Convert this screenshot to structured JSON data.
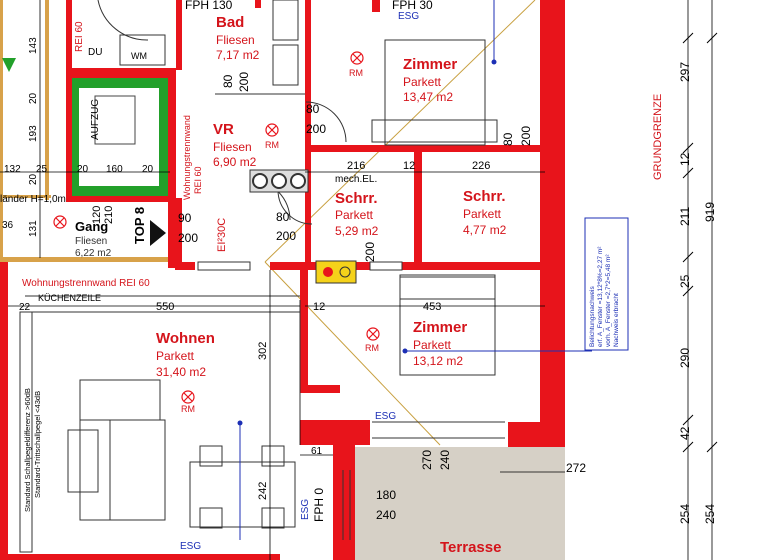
{
  "colors": {
    "wall": "#e8141b",
    "dim": "#000000",
    "room_label": "#d4141b",
    "wood": "#d8a24a",
    "lift": "#22a02a",
    "terrace": "#d6d0c6",
    "blue": "#1c2fb5",
    "axis": "#c8a040",
    "yellow_box": "#f5d21a"
  },
  "rooms": {
    "bad": {
      "name": "Bad",
      "material": "Fliesen",
      "area": "7,17 m2"
    },
    "vr": {
      "name": "VR",
      "material": "Fliesen",
      "area": "6,90 m2"
    },
    "zimmer1": {
      "name": "Zimmer",
      "material": "Parkett",
      "area": "13,47 m2"
    },
    "schrr1": {
      "name": "Schrr.",
      "material": "Parkett",
      "area": "5,29 m2"
    },
    "schrr2": {
      "name": "Schrr.",
      "material": "Parkett",
      "area": "4,77 m2"
    },
    "gang": {
      "name": "Gang",
      "material": "Fliesen",
      "area": "6,22 m2"
    },
    "zimmer2": {
      "name": "Zimmer",
      "material": "Parkett",
      "area": "13,12 m2"
    },
    "wohnen": {
      "name": "Wohnen",
      "material": "Parkett",
      "area": "31,40 m2"
    },
    "terrasse": {
      "name": "Terrasse"
    }
  },
  "labels": {
    "fph130": "FPH 130",
    "fph30": "FPH 30",
    "fph0": "FPH 0",
    "esg": "ESG",
    "rei60": "REI 60",
    "du": "DU",
    "wm": "WM",
    "aufzug": "AUFZUG",
    "rm": "RM",
    "mech_el": "mech.EL.",
    "top8": "TOP 8",
    "ei30c": "EI²30C",
    "wohnungstrennwand_rei60": "Wohnungstrennwand REI 60",
    "wohnungstrennwand_vertical": "Wohnungstrennwand",
    "kuechenzeile": "KÜCHENZEILE",
    "grundgrenze": "GRUNDGRENZE",
    "gelaender": "länder H=1,0m",
    "schallpegel_1": "Standard Schallpegeldifferenz >60dB",
    "schallpegel_2": "Standard-Trittschallpegel <43dB",
    "note_1": "Belichtungsnachweis",
    "note_2": "erf. A_Fenster =13,12*8%=2,27 m²",
    "note_3": "vorh. A_Fenster =2,7*2=5,48 m²",
    "note_4": "Nachweis erbracht"
  },
  "dimensions": {
    "d80_bad": "80",
    "d200_bad": "200",
    "d80_vr": "80",
    "d200_vr": "200",
    "d90": "90",
    "d200_gang": "200",
    "d80_schrr": "80",
    "d200_schrr": "200",
    "d80_z1": "80",
    "d200_z1": "200",
    "d200_s1": "200",
    "d216": "216",
    "d12a": "12",
    "d226": "226",
    "d453": "453",
    "d12b": "12",
    "d550": "550",
    "d302": "302",
    "d61": "61",
    "d242": "242",
    "d270": "270",
    "d240a": "240",
    "d272": "272",
    "d180": "180",
    "d240b": "240",
    "d120": "120",
    "d210": "210",
    "left_143": "143",
    "left_20a": "20",
    "left_193": "193",
    "left_20b": "20",
    "left_131": "131",
    "left_36": "36",
    "h_132": "132",
    "h_25": "25",
    "h_20a": "20",
    "h_160": "160",
    "h_20b": "20",
    "h_22": "22",
    "right_297": "297",
    "right_12": "12",
    "right_211": "211",
    "right_919": "919",
    "right_25": "25",
    "right_290": "290",
    "right_42": "42",
    "right_254a": "254",
    "right_254b": "254"
  }
}
